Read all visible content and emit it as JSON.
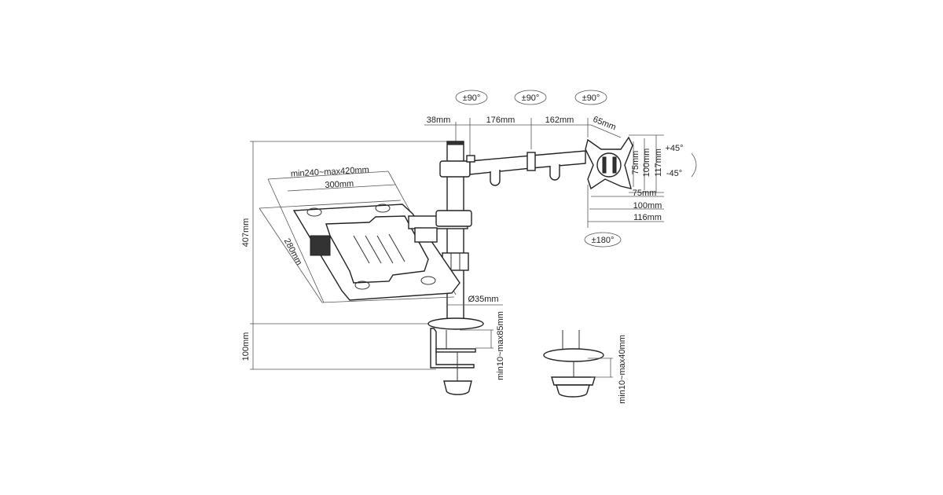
{
  "rotation_labels": {
    "joint1": "±90°",
    "joint2": "±90°",
    "joint3": "±90°",
    "vesa_rotation": "±180°",
    "tilt_up": "+45°",
    "tilt_down": "-45°"
  },
  "arm_dimensions": {
    "pole_offset": "38mm",
    "arm_segment_1": "176mm",
    "arm_segment_2": "162mm",
    "head_depth": "65mm"
  },
  "vesa_dimensions": {
    "vertical_75": "75mm",
    "vertical_100": "100mm",
    "vertical_117": "117mm",
    "horizontal_75": "75mm",
    "horizontal_100": "100mm",
    "horizontal_116": "116mm"
  },
  "tray_dimensions": {
    "width_range": "min240~max420mm",
    "width": "300mm",
    "depth": "280mm"
  },
  "pole_dimensions": {
    "height": "407mm",
    "clamp_height": "100mm",
    "diameter": "Ø35mm"
  },
  "clamp_dimensions": {
    "c_clamp_range": "min10~max85mm",
    "grommet_range": "min10~max40mm"
  },
  "colors": {
    "line": "#333333",
    "background": "#ffffff"
  }
}
